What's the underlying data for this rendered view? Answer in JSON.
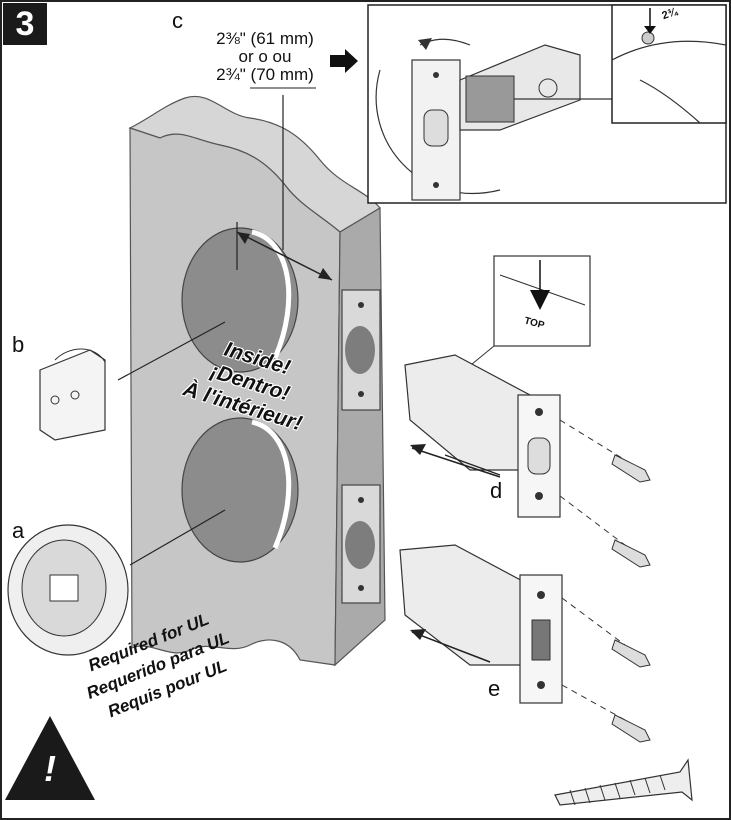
{
  "step_number": "3",
  "labels": {
    "a": "a",
    "b": "b",
    "c": "c",
    "d": "d",
    "e": "e"
  },
  "dimension": {
    "line1": "2⅜\" (61 mm)",
    "line2": "or o ou",
    "line3": "2¾\" (70 mm)"
  },
  "inside_note": {
    "line1": "Inside!",
    "line2": "¡Dentro!",
    "line3": "À l'intérieur!"
  },
  "ul_note": {
    "line1": "Required for UL",
    "line2": "Requerido para UL",
    "line3": "Requis pour UL"
  },
  "latch_marking": "TOP",
  "detail_marking": "2¾",
  "warning_symbol": "!",
  "colors": {
    "door": "#c9c9c9",
    "door_side": "#a9a9a9",
    "hole": "#8c8c8c",
    "ink": "#1a1a1a"
  }
}
